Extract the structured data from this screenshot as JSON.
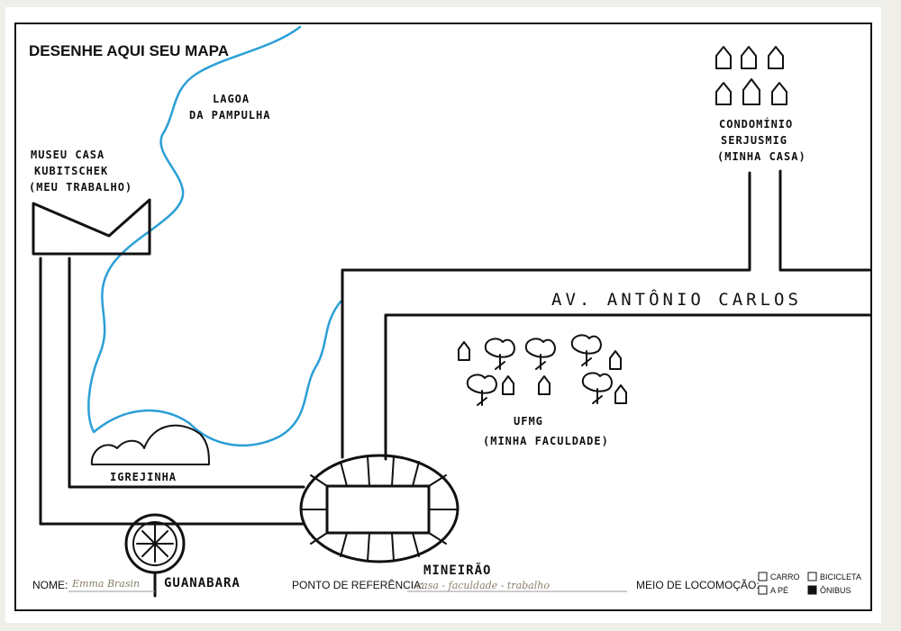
{
  "form": {
    "title": "DESENHE AQUI SEU MAPA",
    "name_label": "NOME:",
    "name_value": "Emma Brasin",
    "reference_label": "PONTO DE REFERÊNCIA:",
    "reference_value": "casa - faculdade - trabalho",
    "transport_label": "MEIO DE LOCOMOÇÃO:",
    "transport_options": [
      {
        "label": "CARRO",
        "checked": false
      },
      {
        "label": "A PÉ",
        "checked": false
      },
      {
        "label": "BICICLETA",
        "checked": false
      },
      {
        "label": "ÔNIBUS",
        "checked": true
      }
    ]
  },
  "map": {
    "lagoa_line1": "LAGOA",
    "lagoa_line2": "DA PAMPULHA",
    "museu_line1": "MUSEU CASA",
    "museu_line2": "KUBITSCHEK",
    "museu_line3": "(MEU TRABALHO)",
    "condominio_line1": "CONDOMÍNIO",
    "condominio_line2": "SERJUSMIG",
    "condominio_line3": "(MINHA CASA)",
    "avenue": "AV. ANTÔNIO CARLOS",
    "ufmg_line1": "UFMG",
    "ufmg_line2": "(MINHA FACULDADE)",
    "igrejinha": "IGREJINHA",
    "guanabara": "GUANABARA",
    "mineirao": "MINEIRÃO"
  },
  "colors": {
    "ink": "#111111",
    "water": "#2a9fd6",
    "paper": "#ffffff"
  }
}
